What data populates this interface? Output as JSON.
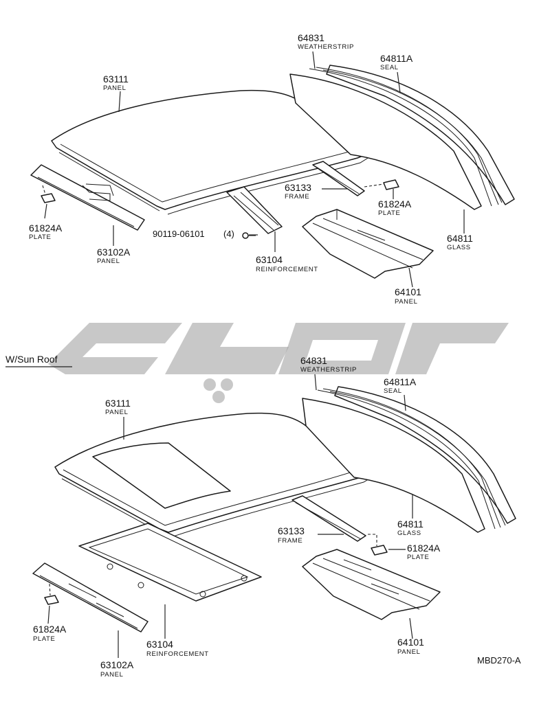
{
  "diagram": {
    "header": "W/Sun Roof",
    "figure_code": "MBD270-A",
    "top_parts": [
      {
        "number": "64831",
        "name": "WEATHERSTRIP"
      },
      {
        "number": "64811A",
        "name": "SEAL"
      },
      {
        "number": "63111",
        "name": "PANEL"
      },
      {
        "number": "63133",
        "name": "FRAME"
      },
      {
        "number": "61824A",
        "name": "PLATE"
      },
      {
        "number": "64811",
        "name": "GLASS"
      },
      {
        "number": "61824A",
        "name": "PLATE"
      },
      {
        "number": "90119-06101",
        "qty": "(4)"
      },
      {
        "number": "63102A",
        "name": "PANEL"
      },
      {
        "number": "63104",
        "name": "REINFORCEMENT"
      },
      {
        "number": "64101",
        "name": "PANEL"
      }
    ],
    "bottom_parts": [
      {
        "number": "64831",
        "name": "WEATHERSTRIP"
      },
      {
        "number": "64811A",
        "name": "SEAL"
      },
      {
        "number": "63111",
        "name": "PANEL"
      },
      {
        "number": "64811",
        "name": "GLASS"
      },
      {
        "number": "63133",
        "name": "FRAME"
      },
      {
        "number": "61824A",
        "name": "PLATE"
      },
      {
        "number": "61824A",
        "name": "PLATE"
      },
      {
        "number": "63104",
        "name": "REINFORCEMENT"
      },
      {
        "number": "64101",
        "name": "PANEL"
      },
      {
        "number": "63102A",
        "name": "PANEL"
      }
    ]
  }
}
